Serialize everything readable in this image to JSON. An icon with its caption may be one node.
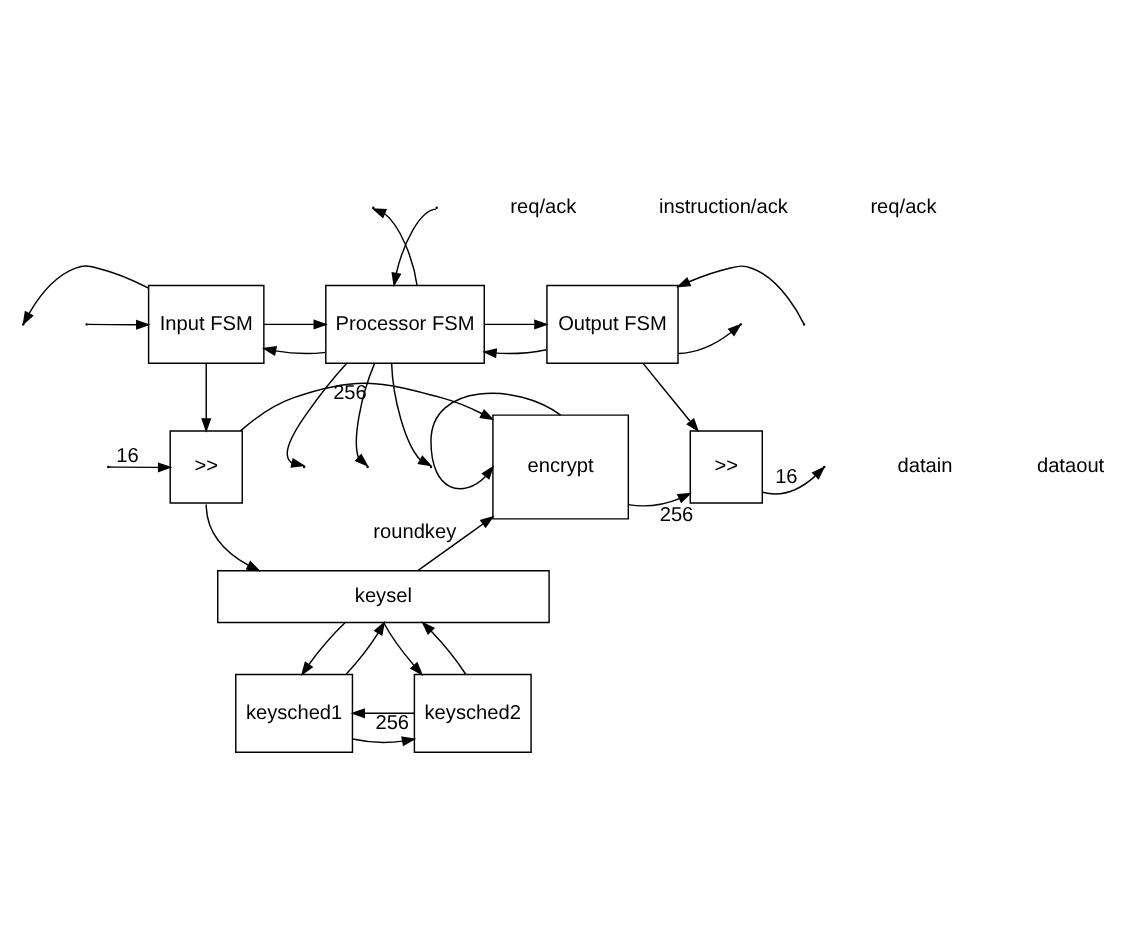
{
  "diagram": {
    "nodes": [
      {
        "text": [
          "Input FSM"
        ]
      },
      {
        "text": [
          "Processor FSM"
        ]
      },
      {
        "text": [
          "Output FSM"
        ]
      },
      {
        "text": [
          ">>"
        ]
      },
      {
        "text": [
          "encrypt"
        ]
      },
      {
        "text": [
          ">>"
        ]
      },
      {
        "text": [
          "keysel"
        ]
      },
      {
        "text": [
          "keysched1"
        ]
      },
      {
        "text": [
          "keysched2"
        ]
      }
    ],
    "edges": [
      {
        "from": 0,
        "to": null,
        "arrow": "to"
      },
      {
        "from": null,
        "to": 0,
        "arrow": "to"
      },
      {
        "from": 1,
        "to": 0,
        "arrow": "to"
      },
      {
        "from": 0,
        "to": 1,
        "arrow": "to"
      },
      {
        "from": 2,
        "to": 1,
        "arrow": "to"
      },
      {
        "from": 1,
        "to": 2,
        "arrow": "to"
      },
      {
        "from": null,
        "to": 2,
        "arrow": "to"
      },
      {
        "from": 2,
        "to": null,
        "arrow": "to"
      },
      {
        "from": 1,
        "to": null,
        "arrow": "to"
      },
      {
        "from": 1,
        "to": null,
        "arrow": "to"
      },
      {
        "from": 1,
        "to": null,
        "arrow": "to"
      },
      {
        "from": 1,
        "to": null,
        "arrow": "to"
      },
      {
        "from": null,
        "to": 1,
        "arrow": "to"
      },
      {
        "from": 0,
        "to": 3,
        "arrow": "to"
      },
      {
        "from": 2,
        "to": 5,
        "arrow": "to"
      },
      {
        "from": null,
        "to": 3,
        "arrow": "to",
        "label": "16"
      },
      {
        "from": 3,
        "to": 4,
        "arrow": "to",
        "label": "256"
      },
      {
        "from": 3,
        "to": 6,
        "arrow": "to"
      },
      {
        "from": 4,
        "to": 4,
        "arrow": "to"
      },
      {
        "from": 4,
        "to": 5,
        "arrow": "to",
        "label": "256"
      },
      {
        "from": 5,
        "to": null,
        "arrow": "to",
        "label": "16"
      },
      {
        "from": 6,
        "to": 4,
        "arrow": "to",
        "label": "roundkey"
      },
      {
        "from": 6,
        "to": 7,
        "arrow": "to"
      },
      {
        "from": 7,
        "to": 6,
        "arrow": "to"
      },
      {
        "from": 6,
        "to": 8,
        "arrow": "to"
      },
      {
        "from": 8,
        "to": 6,
        "arrow": "to"
      },
      {
        "from": 7,
        "to": 8,
        "arrow": "to"
      },
      {
        "from": 8,
        "to": 7,
        "arrow": "to",
        "label": "256"
      }
    ],
    "labels": [
      "req/ack",
      "instruction/ack",
      "req/ack",
      "datain",
      "dataout"
    ]
  }
}
